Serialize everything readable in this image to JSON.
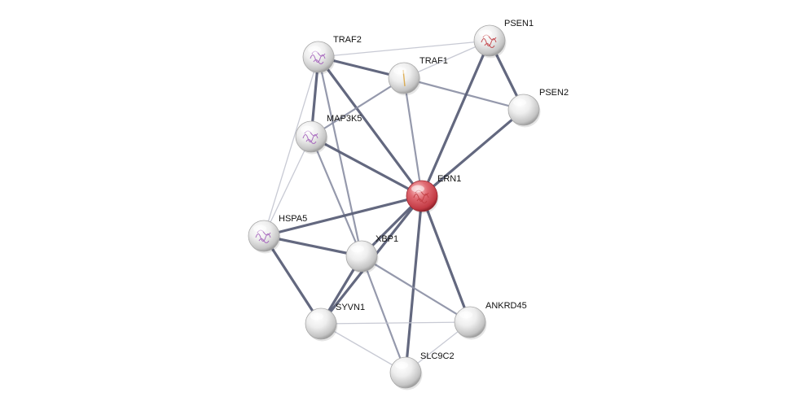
{
  "network": {
    "colors": {
      "query_node": "#d9545e",
      "neighbor_node": "#e6e6e6",
      "edge_strong": "#5b6078",
      "edge_medium": "#8a8ea3",
      "edge_weak": "#c2c4cf",
      "structure_purple": "#a05ab8",
      "structure_red": "#c0393f",
      "structure_orange": "#d9a23b"
    },
    "nodes": [
      {
        "id": "TRAF2",
        "label": "TRAF2",
        "query": false,
        "structure": "purple"
      },
      {
        "id": "PSEN1",
        "label": "PSEN1",
        "query": false,
        "structure": "red"
      },
      {
        "id": "TRAF1",
        "label": "TRAF1",
        "query": false,
        "structure": "orange"
      },
      {
        "id": "PSEN2",
        "label": "PSEN2",
        "query": false,
        "structure": "none"
      },
      {
        "id": "MAP3K5",
        "label": "MAP3K5",
        "query": false,
        "structure": "purple"
      },
      {
        "id": "ERN1",
        "label": "ERN1",
        "query": true,
        "structure": "red"
      },
      {
        "id": "HSPA5",
        "label": "HSPA5",
        "query": false,
        "structure": "purple"
      },
      {
        "id": "XBP1",
        "label": "XBP1",
        "query": false,
        "structure": "none"
      },
      {
        "id": "SYVN1",
        "label": "SYVN1",
        "query": false,
        "structure": "none"
      },
      {
        "id": "ANKRD45",
        "label": "ANKRD45",
        "query": false,
        "structure": "none"
      },
      {
        "id": "SLC9C2",
        "label": "SLC9C2",
        "query": false,
        "structure": "none"
      }
    ],
    "edges": [
      {
        "source": "TRAF2",
        "target": "PSEN1",
        "strength": "weak"
      },
      {
        "source": "TRAF2",
        "target": "TRAF1",
        "strength": "strong"
      },
      {
        "source": "TRAF2",
        "target": "MAP3K5",
        "strength": "strong"
      },
      {
        "source": "TRAF2",
        "target": "ERN1",
        "strength": "strong"
      },
      {
        "source": "TRAF2",
        "target": "HSPA5",
        "strength": "weak"
      },
      {
        "source": "TRAF2",
        "target": "XBP1",
        "strength": "medium"
      },
      {
        "source": "TRAF1",
        "target": "PSEN1",
        "strength": "weak"
      },
      {
        "source": "TRAF1",
        "target": "PSEN2",
        "strength": "medium"
      },
      {
        "source": "TRAF1",
        "target": "MAP3K5",
        "strength": "medium"
      },
      {
        "source": "TRAF1",
        "target": "ERN1",
        "strength": "medium"
      },
      {
        "source": "PSEN1",
        "target": "PSEN2",
        "strength": "strong"
      },
      {
        "source": "PSEN1",
        "target": "ERN1",
        "strength": "strong"
      },
      {
        "source": "PSEN2",
        "target": "ERN1",
        "strength": "strong"
      },
      {
        "source": "MAP3K5",
        "target": "ERN1",
        "strength": "strong"
      },
      {
        "source": "MAP3K5",
        "target": "HSPA5",
        "strength": "weak"
      },
      {
        "source": "MAP3K5",
        "target": "XBP1",
        "strength": "medium"
      },
      {
        "source": "ERN1",
        "target": "HSPA5",
        "strength": "strong"
      },
      {
        "source": "ERN1",
        "target": "XBP1",
        "strength": "strong"
      },
      {
        "source": "ERN1",
        "target": "SYVN1",
        "strength": "strong"
      },
      {
        "source": "ERN1",
        "target": "ANKRD45",
        "strength": "strong"
      },
      {
        "source": "ERN1",
        "target": "SLC9C2",
        "strength": "strong"
      },
      {
        "source": "HSPA5",
        "target": "XBP1",
        "strength": "strong"
      },
      {
        "source": "HSPA5",
        "target": "SYVN1",
        "strength": "strong"
      },
      {
        "source": "XBP1",
        "target": "SYVN1",
        "strength": "strong"
      },
      {
        "source": "XBP1",
        "target": "ANKRD45",
        "strength": "medium"
      },
      {
        "source": "XBP1",
        "target": "SLC9C2",
        "strength": "medium"
      },
      {
        "source": "SYVN1",
        "target": "ANKRD45",
        "strength": "weak"
      },
      {
        "source": "SYVN1",
        "target": "SLC9C2",
        "strength": "weak"
      },
      {
        "source": "ANKRD45",
        "target": "SLC9C2",
        "strength": "weak"
      }
    ]
  }
}
